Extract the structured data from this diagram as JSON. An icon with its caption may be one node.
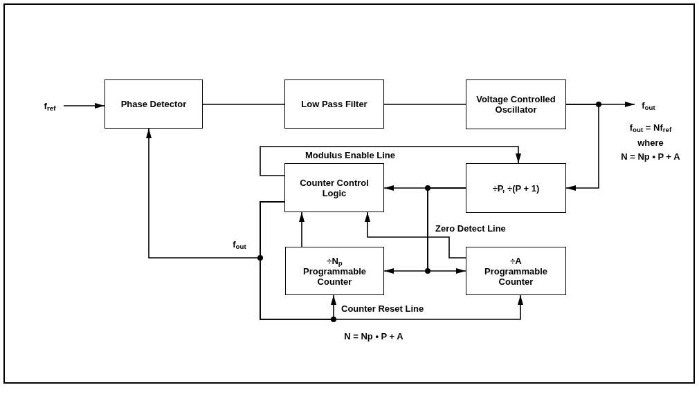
{
  "diagram": {
    "nodes": [
      {
        "text": [
          "f$_{ref}$"
        ]
      },
      {
        "text": [
          "Phase Detector"
        ]
      },
      {
        "text": [
          "Low Pass Filter"
        ]
      },
      {
        "text": [
          "Voltage Controlled Oscillator"
        ]
      },
      {
        "text": [
          "f$_{out}$"
        ]
      },
      {
        "text": [
          "Counter Control Logic"
        ]
      },
      {
        "text": [
          "÷P, ÷(P + 1)"
        ]
      },
      {
        "text": [
          "÷N$_{p}$",
          "Programmable Counter"
        ]
      },
      {
        "text": [
          "÷A",
          "Programmable Counter"
        ]
      }
    ],
    "edges": [
      {
        "from": 0,
        "to": 1,
        "arrow": "to"
      },
      {
        "from": 1,
        "to": 2,
        "arrow": "none"
      },
      {
        "from": 2,
        "to": 3,
        "arrow": "none"
      },
      {
        "from": 3,
        "to": 4,
        "arrow": "to"
      },
      {
        "from": 3,
        "to": 6,
        "arrow": "to"
      },
      {
        "from": 6,
        "to": 5,
        "arrow": "to"
      },
      {
        "from": 6,
        "to": 7,
        "arrow": "to"
      },
      {
        "from": 6,
        "to": 8,
        "arrow": "to"
      },
      {
        "from": 5,
        "to": 6,
        "arrow": "to",
        "label": "Modulus Enable Line"
      },
      {
        "from": 7,
        "to": 5,
        "arrow": "to"
      },
      {
        "from": 8,
        "to": 5,
        "arrow": "to",
        "label": "Zero Detect Line"
      },
      {
        "from": 5,
        "to": 1,
        "arrow": "to"
      },
      {
        "from": 5,
        "to": 7,
        "arrow": "to"
      },
      {
        "from": 5,
        "to": 8,
        "arrow": "to",
        "label": "Counter Reset Line"
      }
    ],
    "labels": [
      "f$_{out}$",
      "f$_{out}$ = Nf$_{ref}$",
      "where",
      "N = Np • P + A",
      "N = Np • P + A"
    ]
  }
}
